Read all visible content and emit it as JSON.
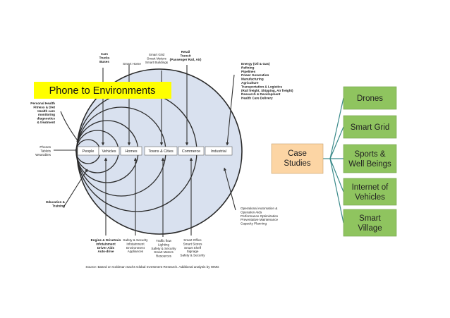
{
  "banner": {
    "label": "Phone to Environments",
    "color": "#ffff00"
  },
  "rings": [
    "People",
    "Vehicles",
    "Homes",
    "Towns & Cities",
    "Commerce",
    "Industrial"
  ],
  "top_labels": [
    {
      "lines": [
        "Cars",
        "Trucks",
        "Buses"
      ],
      "bold": true
    },
    {
      "lines": [
        "Smart Home"
      ],
      "bold": false
    },
    {
      "lines": [
        "Smart Grid",
        "Smart Meters",
        "Smart Buildings"
      ],
      "bold": false
    },
    {
      "lines": [
        "Retail",
        "Transit",
        "(Passenger Rail, Air)"
      ],
      "bold": true
    },
    {
      "lines": [
        "Energy (Oil & Gas)",
        "Refining",
        "Pipelines",
        "Power Generation",
        "Manufacturing",
        "Agriculture",
        "Transportation & Logistics",
        "(Rail freight, Shipping, Air freight)",
        "Research & Development",
        "Health Care Delivery"
      ],
      "bold": true
    }
  ],
  "left_labels": [
    {
      "lines": [
        "Personal Health",
        "Fitness & Diet",
        "Health care",
        "monitoring",
        "diagnostics",
        "& treatment"
      ],
      "bold": true
    },
    {
      "lines": [
        "Phones",
        "Tablets",
        "Wearables"
      ],
      "bold": false
    },
    {
      "lines": [
        "Education &",
        "Training"
      ],
      "bold": true
    }
  ],
  "right_bottom_label": {
    "lines": [
      "Operational Automation &",
      "Operation Aids",
      "Performance Optimization",
      "Preventative Maintenance",
      "Capacity Planning"
    ]
  },
  "bottom_labels": [
    {
      "lines": [
        "Engine & Drivetrain",
        "Infotainment",
        "Driver Aids",
        "Auto-drive"
      ],
      "bold": true
    },
    {
      "lines": [
        "Safety & Security",
        "Infotainment",
        "Environment",
        "Appliances"
      ],
      "bold": false
    },
    {
      "lines": [
        "Traffic flow",
        "Lighting",
        "Safety & Security",
        "Smart Meters",
        "Resources"
      ],
      "bold": false
    },
    {
      "lines": [
        "Smart Office",
        "Smart Stores",
        "Smart Shelf",
        "Signage",
        "Safety & Security"
      ],
      "bold": false
    }
  ],
  "source": "Source: Based on Goldman Sachs Global Investment Research. Additional analysis by WMG",
  "case_studies": {
    "root": "Case Studies",
    "root_color": "#fcd5a4",
    "leaf_color": "#8fc45f",
    "line_color": "#3a8a8a",
    "leaves": [
      "Drones",
      "Smart Grid",
      "Sports & Well Beings",
      "Internet of Vehicles",
      "Smart Village"
    ]
  },
  "colors": {
    "outer_fill": "#d9e1ef",
    "ring_stroke": "#2b2b2b",
    "box_fill": "#ffffff"
  }
}
